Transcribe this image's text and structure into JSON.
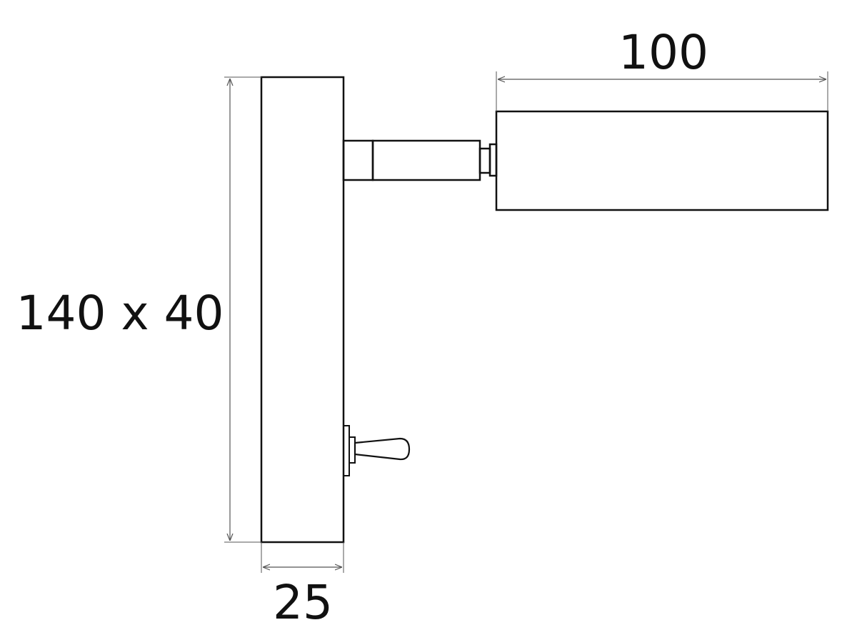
{
  "dimensions": {
    "lamp_length": "100",
    "base_plate": "140 x 40",
    "base_depth": "25"
  },
  "colors": {
    "line": "#111111",
    "dimension_line": "#555555",
    "background": "#ffffff"
  }
}
